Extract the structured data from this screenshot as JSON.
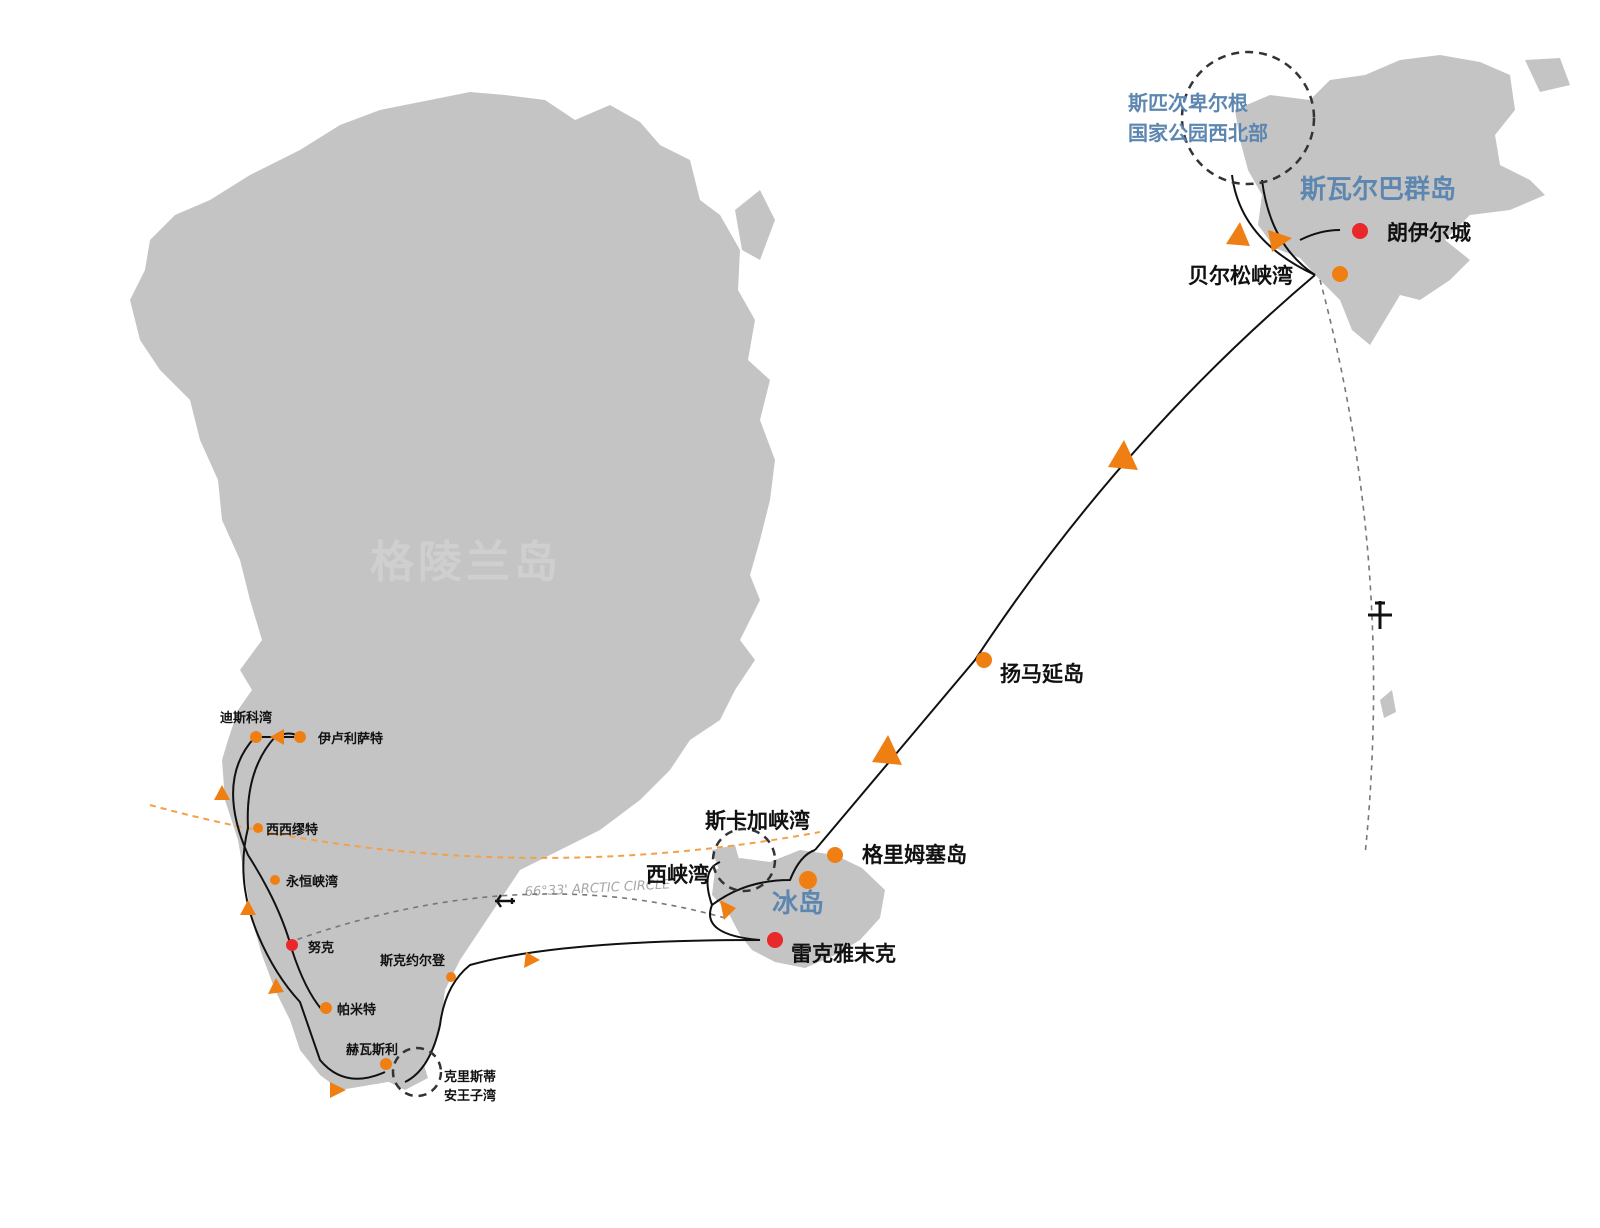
{
  "regions": {
    "greenland": "格陵兰岛",
    "iceland": "冰岛",
    "svalbard": "斯瓦尔巴群岛"
  },
  "arctic_circle": "66°33' ARCTIC CIRCLE",
  "greenland_places": {
    "disko_bay": "迪斯科湾",
    "ilulissat": "伊卢利萨特",
    "sisimiut": "西西缪特",
    "eternity_fjord": "永恒峡湾",
    "nuuk": "努克",
    "paamiut": "帕米特",
    "skjoldungen": "斯克约尔登",
    "qaqortoq": "赫瓦斯利",
    "prince_christian_1": "克里斯蒂",
    "prince_christian_2": "安王子湾"
  },
  "iceland_places": {
    "scoresby": "斯卡加峡湾",
    "westfjords": "西峡湾",
    "grimsey": "格里姆塞岛",
    "reykjavik": "雷克雅末克",
    "jan_mayen": "扬马延岛"
  },
  "svalbard_places": {
    "nw_park_1": "斯匹次卑尔根",
    "nw_park_2": "国家公园西北部",
    "longyearbyen": "朗伊尔城",
    "bellsund": "贝尔松峡湾"
  },
  "colors": {
    "land": "#c4c4c4",
    "route": "#111111",
    "stop": "#f07f13",
    "port": "#e8282a",
    "region_label": "#5d87b0",
    "arctic_circle": "#f4a04a"
  },
  "icons": [
    "airplane-icon",
    "dashed-ring-icon",
    "direction-arrow-icon"
  ]
}
